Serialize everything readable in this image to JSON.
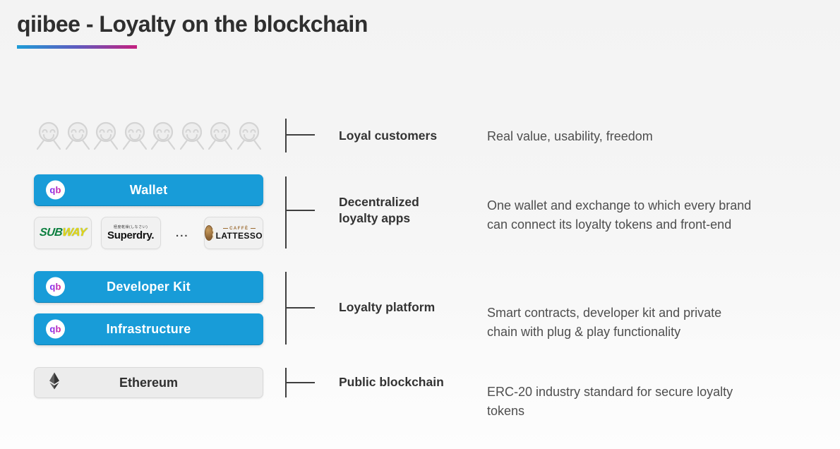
{
  "header": {
    "title": "qiibee - Loyalty on the blockchain"
  },
  "theme": {
    "accent_blue": "#189cd8",
    "underline_gradient_start": "#1e9cd7",
    "underline_gradient_end": "#c4207f",
    "line_color": "#3f3f3f"
  },
  "diagram": {
    "customers": {
      "icon": "smiley-person-icon",
      "count": 8
    },
    "buttons": {
      "wallet": "Wallet",
      "developer_kit": "Developer Kit",
      "infrastructure": "Infrastructure",
      "ethereum": "Ethereum",
      "qb_badge": "qb"
    },
    "brands": {
      "subway_part1": "SUB",
      "subway_part2": "WAY",
      "superdry_jp": "極度乾燥(しなさい)",
      "superdry": "Superdry.",
      "ellipsis": "...",
      "lattesso_top": "CAFFÈ",
      "lattesso": "LATTESSO"
    },
    "rows": [
      {
        "label": "Loyal customers",
        "description": "Real value, usability, freedom"
      },
      {
        "label": "Decentralized\nloyalty apps",
        "description": "One wallet and exchange to which every brand\ncan connect its loyalty tokens and front-end"
      },
      {
        "label": "Loyalty platform",
        "description": "Smart contracts, developer kit and private\nchain with plug & play functionality"
      },
      {
        "label": "Public blockchain",
        "description": "ERC-20 industry standard for secure loyalty\ntokens"
      }
    ]
  }
}
